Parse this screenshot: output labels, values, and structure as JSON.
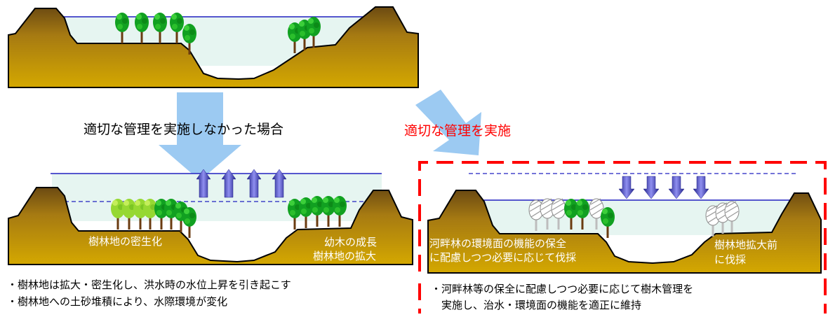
{
  "captions": {
    "no_management": "適切な管理を実施しなかった場合",
    "with_management": "適切な管理を実施"
  },
  "panel_left": {
    "label_dense": "樹林地の密生化",
    "label_growth_1": "幼木の成長",
    "label_growth_2": "樹林地の拡大",
    "notes": [
      "・樹林地は拡大・密生化し、洪水時の水位上昇を引き起こす",
      "・樹林地への土砂堆積により、水際環境が変化"
    ]
  },
  "panel_right": {
    "label_cut_1": "河畔林の環境面の機能の保全",
    "label_cut_2": "に配慮しつつ必要に応じて伐採",
    "label_pre_1": "樹林地拡大前",
    "label_pre_2": "に伐採",
    "notes": [
      "・河畔林等の保全に配慮しつつ必要に応じて樹木管理を",
      "　実施し、治水・環境面の機能を適正に維持"
    ]
  },
  "colors": {
    "bank": "#c8a000",
    "water": "#e6f5f1",
    "arrow_big": "#9ccaf2",
    "arrow_small": "#3a3aa8",
    "frame": "#ff0000"
  }
}
